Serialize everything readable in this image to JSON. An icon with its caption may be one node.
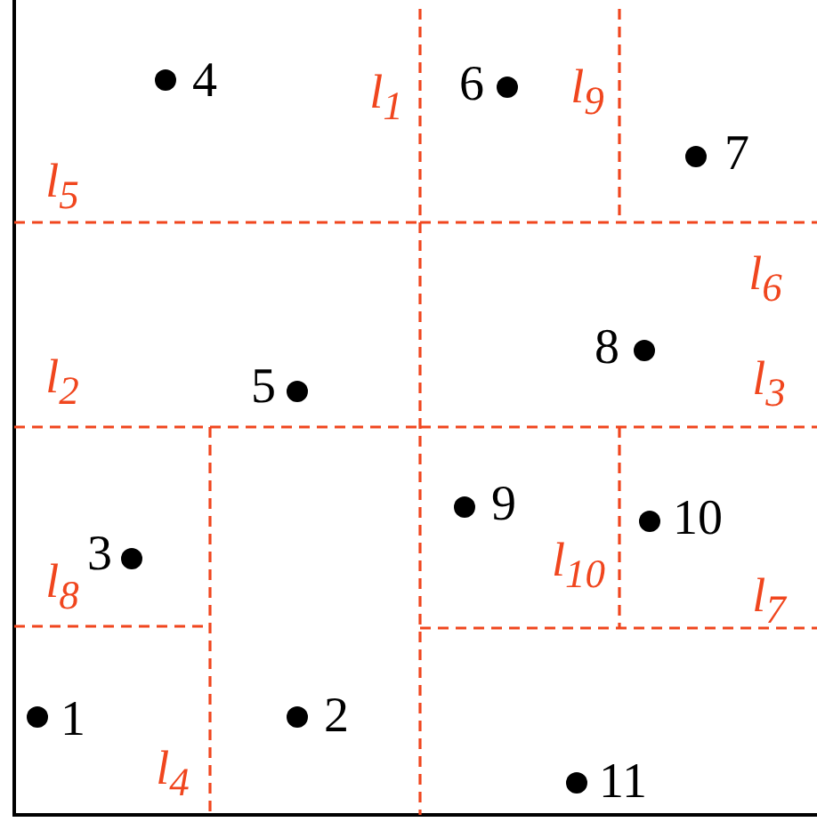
{
  "diagram": {
    "labels": [
      "4",
      "l$_{1}$",
      "6",
      "l$_{9}$",
      "7",
      "l$_{5}$",
      "l$_{6}$",
      "8",
      "l$_{2}$",
      "5",
      "l$_{3}$",
      "9",
      "10",
      "3",
      "l$_{8}$",
      "l$_{10}$",
      "l$_{7}$",
      "1",
      "2",
      "l$_{4}$",
      "11"
    ]
  }
}
